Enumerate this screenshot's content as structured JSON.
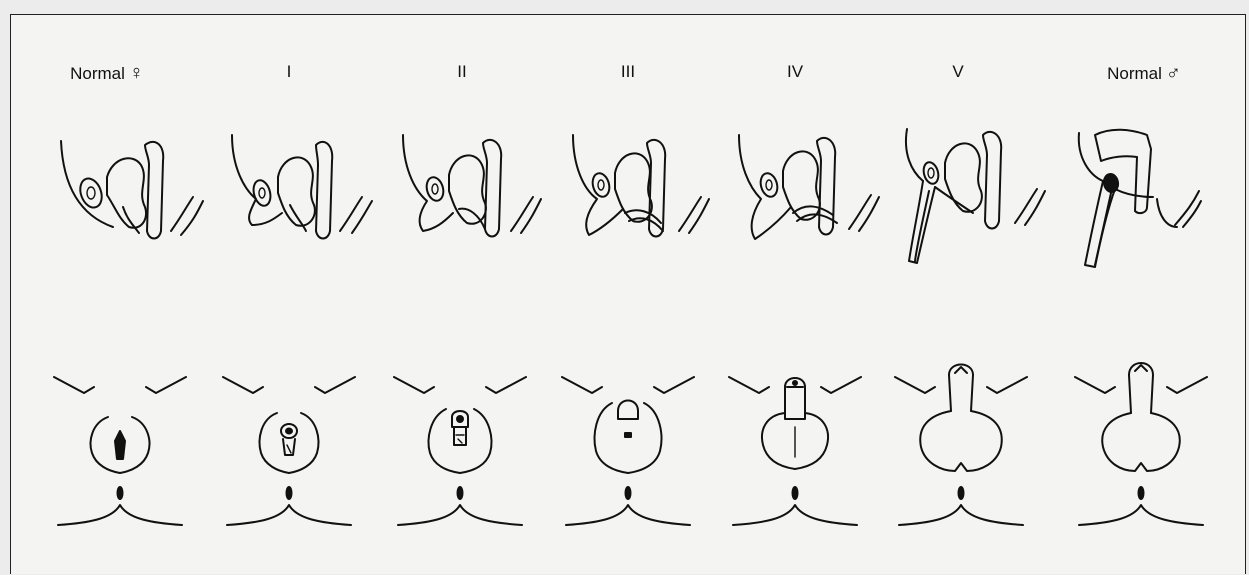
{
  "figure": {
    "stages": [
      {
        "id": "normal-female",
        "label": "Normal",
        "symbol": "♀"
      },
      {
        "id": "prader-1",
        "label": "I",
        "symbol": ""
      },
      {
        "id": "prader-2",
        "label": "II",
        "symbol": ""
      },
      {
        "id": "prader-3",
        "label": "III",
        "symbol": ""
      },
      {
        "id": "prader-4",
        "label": "IV",
        "symbol": ""
      },
      {
        "id": "prader-5",
        "label": "V",
        "symbol": ""
      },
      {
        "id": "normal-male",
        "label": "Normal",
        "symbol": "♂"
      }
    ],
    "colors": {
      "ink": "#111111",
      "paper": "#f4f4f2",
      "frame": "#222222"
    }
  }
}
